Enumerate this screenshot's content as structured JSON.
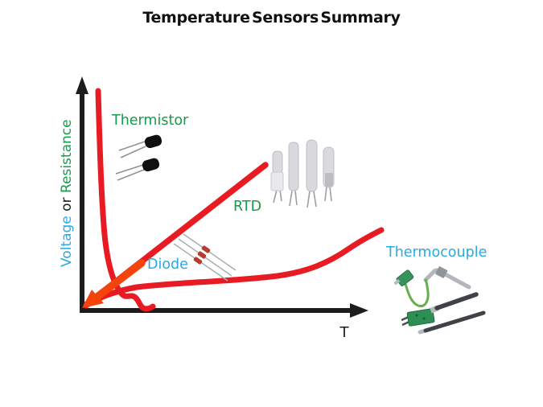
{
  "title": "Temperature Sensors Summary",
  "axes": {
    "x_label": "T",
    "y_label_voltage": "Voltage",
    "y_label_or": " or ",
    "y_label_resistance": "Resistance"
  },
  "labels": {
    "thermistor": "Thermistor",
    "rtd": "RTD",
    "diode": "Diode",
    "thermocouple": "Thermocouple"
  },
  "colors": {
    "curve_red": "#e81b22",
    "diode_orange": "#f4430b",
    "label_green": "#169c4b",
    "label_blue": "#29a9e2",
    "axis_black": "#1c1c1c"
  },
  "chart_data": {
    "type": "line",
    "title": "Temperature Sensors Summary",
    "xlabel": "T",
    "ylabel": "Voltage or Resistance",
    "numeric_axes": false,
    "axis_range_note": "qualitative sketch; x and y given as 0-1 fractions of the drawn axes",
    "grid": false,
    "legend_position": "inline labels beside each curve with product photos",
    "series": [
      {
        "name": "Thermistor",
        "label_color": "#169c4b",
        "curve_color": "#e81b22",
        "style": "steep exponential (NTC) decrease with small S-wiggle near zero",
        "x": [
          0.05,
          0.06,
          0.07,
          0.09,
          0.13,
          0.17,
          0.2,
          0.23
        ],
        "y": [
          1.0,
          0.72,
          0.45,
          0.22,
          0.08,
          0.06,
          0.02,
          0.01
        ]
      },
      {
        "name": "RTD",
        "label_color": "#169c4b",
        "curve_color": "#e81b22",
        "style": "approximately linear increase",
        "x": [
          0.01,
          0.61
        ],
        "y": [
          0.02,
          0.66
        ]
      },
      {
        "name": "Diode",
        "label_color": "#29a9e2",
        "curve_color": "#f4430b",
        "style": "straight thick arrow decreasing toward origin (arrowhead at origin)",
        "x": [
          0.2,
          0.01
        ],
        "y": [
          0.21,
          0.01
        ]
      },
      {
        "name": "Thermocouple",
        "label_color": "#29a9e2",
        "curve_color": "#e81b22",
        "style": "shallow rise then accelerating increase at high T",
        "x": [
          0.01,
          0.18,
          0.35,
          0.55,
          0.75,
          0.9,
          1.0
        ],
        "y": [
          0.02,
          0.09,
          0.1,
          0.13,
          0.18,
          0.28,
          0.36
        ]
      }
    ]
  }
}
